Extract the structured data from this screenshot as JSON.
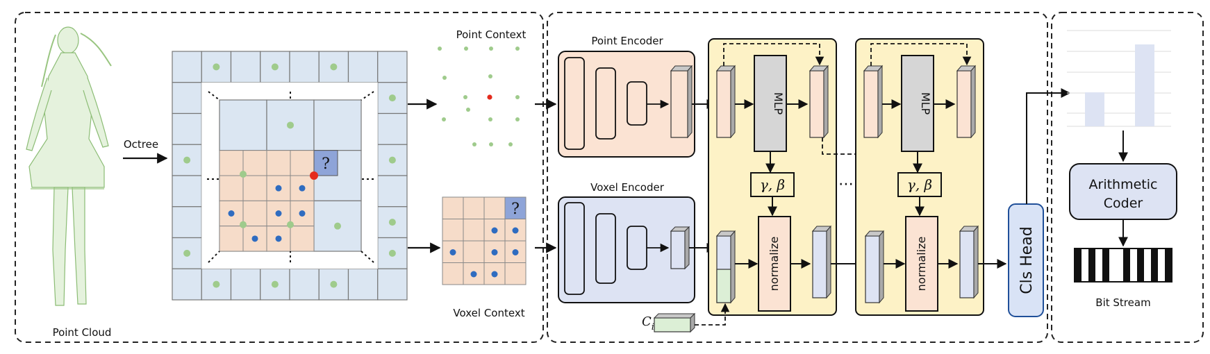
{
  "labels": {
    "point_cloud": "Point Cloud",
    "octree": "Octree",
    "unknown_mark": "?",
    "point_context": "Point Context",
    "voxel_context": "Voxel Context",
    "point_encoder": "Point Encoder",
    "voxel_encoder": "Voxel Encoder",
    "mlp": "MLP",
    "gamma_beta": "γ, β",
    "normalize": "normalize",
    "ellipsis": "⋯",
    "cls_head": "Cls Head",
    "arithmetic_coder_line1": "Arithmetic",
    "arithmetic_coder_line2": "Coder",
    "bit_stream": "Bit Stream",
    "ci_main": "C",
    "ci_sub": "i"
  },
  "colors": {
    "octree_cell": "#dbe6f2",
    "focus_cell": "#f6dcc9",
    "query_cell": "#8ea4d8",
    "green_point": "#9fcb8c",
    "blue_point": "#2f6cc0",
    "red_point": "#e42b1d",
    "point_encoder_fill": "#fbe3d3",
    "voxel_encoder_fill": "#dde3f3",
    "block_fill": "#fdf2c6",
    "mlp_fill": "#d6d6d6",
    "cls_head_fill": "#d9e3f6",
    "ci_fill": "#dcefd6",
    "histogram_bar": "#dde3f3"
  },
  "icons": {
    "point_cloud": "human-figure-point-cloud-icon",
    "bit_stream": "black-white-bit-bar-icon"
  }
}
